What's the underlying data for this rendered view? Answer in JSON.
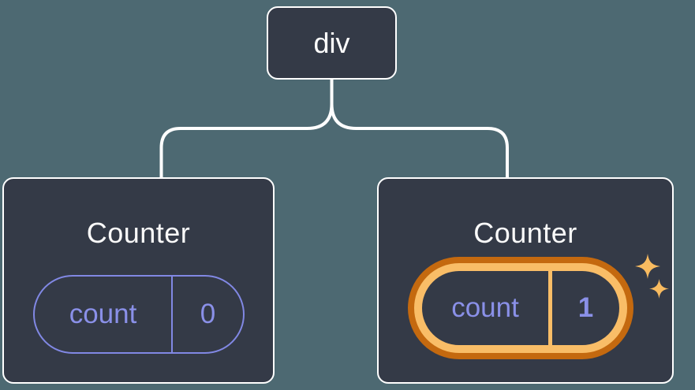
{
  "diagram": {
    "root_node": {
      "label": "div"
    },
    "children": [
      {
        "title": "Counter",
        "pill": {
          "key_label": "count",
          "value": "0"
        },
        "highlighted": false
      },
      {
        "title": "Counter",
        "pill": {
          "key_label": "count",
          "value": "1"
        },
        "highlighted": true
      }
    ],
    "sparkles": [
      "sparkle-icon-large",
      "sparkle-icon-small"
    ]
  },
  "colors": {
    "background": "#4d6972",
    "node_background": "#343a47",
    "node_border": "#ffffff",
    "connector_line": "#ffffff",
    "state_text_purple": "#8a90e8",
    "pill_border_purple": "#8188e4",
    "highlight_ring_inner": "#f9bd67",
    "highlight_ring_outer": "#c4690f",
    "sparkle": "#f8bb60",
    "title_text": "#fafafa"
  }
}
